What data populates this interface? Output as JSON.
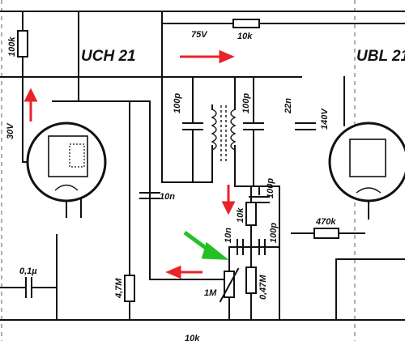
{
  "tubes": {
    "left_name": "UCH 21",
    "right_name": "UBL 21"
  },
  "components": {
    "r_100k": "100k",
    "v_30": "30V",
    "v_75": "75V",
    "r_10k_top": "10k",
    "c_100p_a": "100p",
    "c_100p_b": "100p",
    "c_22n": "22n",
    "v_140": "140V",
    "c_10n": "10n",
    "c_100p_c": "100p",
    "r_10k_mid": "10k",
    "c_10n_b": "10n",
    "c_100p_d": "100p",
    "r_470k": "470k",
    "c_01u": "0,1µ",
    "r_47M": "4,7M",
    "pot_1M": "1M",
    "r_047M": "0,47M",
    "r_bottom": "10k"
  },
  "colors": {
    "signal_arrow": "#e8232a",
    "pointer_arrow": "#25c025",
    "ink": "#111111"
  }
}
